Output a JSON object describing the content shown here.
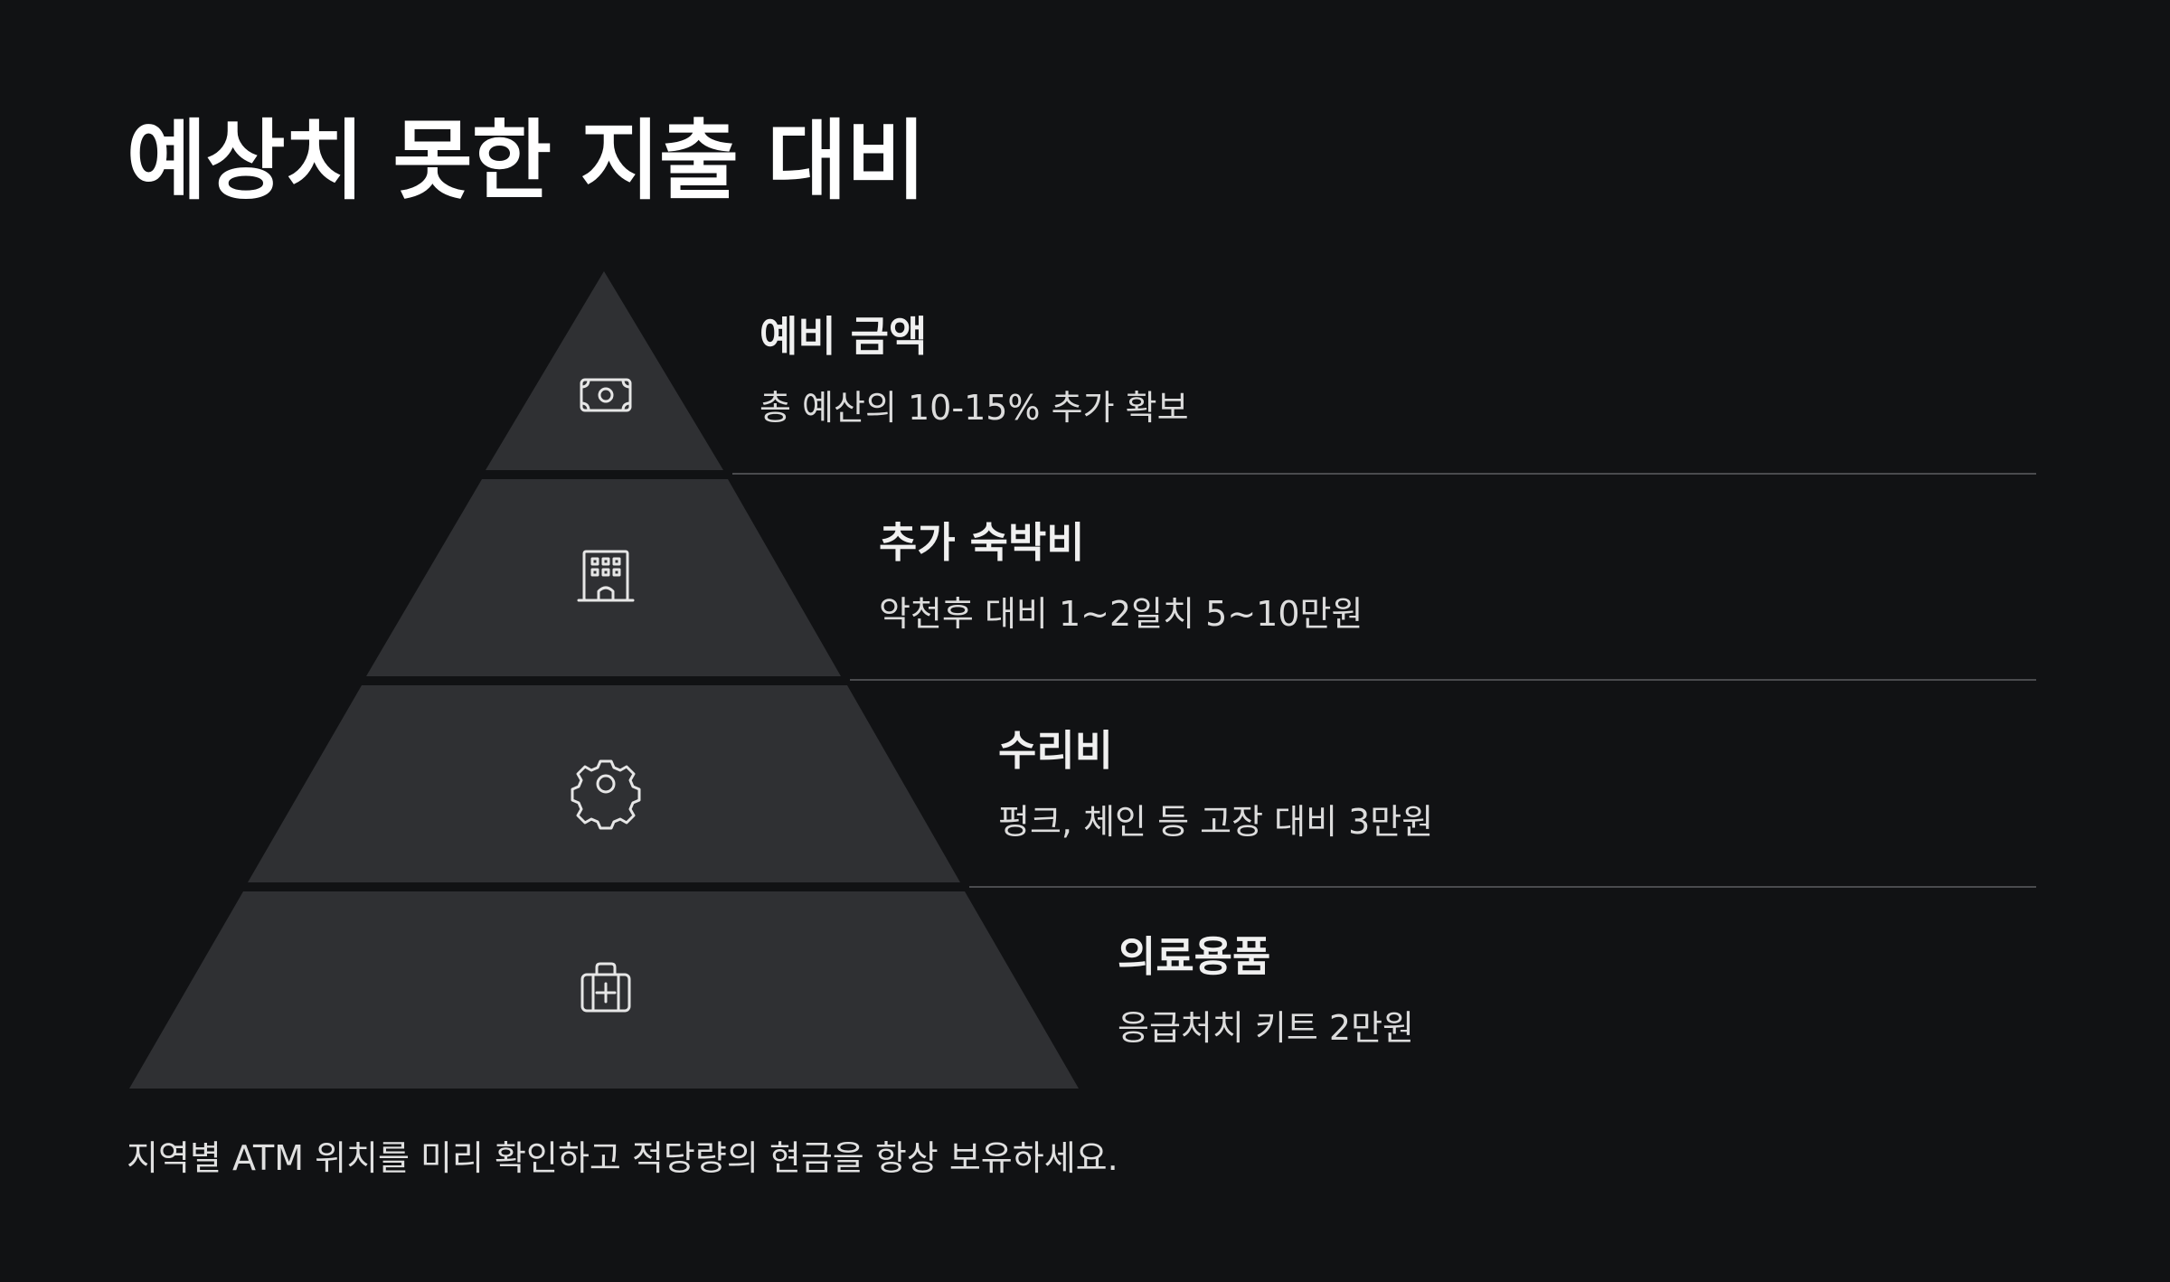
{
  "title": "예상치 못한 지출 대비",
  "tiers": [
    {
      "title": "예비 금액",
      "desc": "총 예산의 10-15% 추가 확보",
      "icon": "cash-icon"
    },
    {
      "title": "추가 숙박비",
      "desc": "악천후 대비 1~2일치 5~10만원",
      "icon": "hotel-icon"
    },
    {
      "title": "수리비",
      "desc": "펑크, 체인 등 고장 대비 3만원",
      "icon": "gear-icon"
    },
    {
      "title": "의료용품",
      "desc": "응급처치 키트 2만원",
      "icon": "first-aid-kit-icon"
    }
  ],
  "footer": "지역별 ATM 위치를 미리 확인하고 적당량의 현금을 항상 보유하세요.",
  "colors": {
    "background": "#111214",
    "tier_fill": "#2f3033",
    "divider": "#4a4b4e",
    "icon_stroke": "#e6e6e6"
  }
}
